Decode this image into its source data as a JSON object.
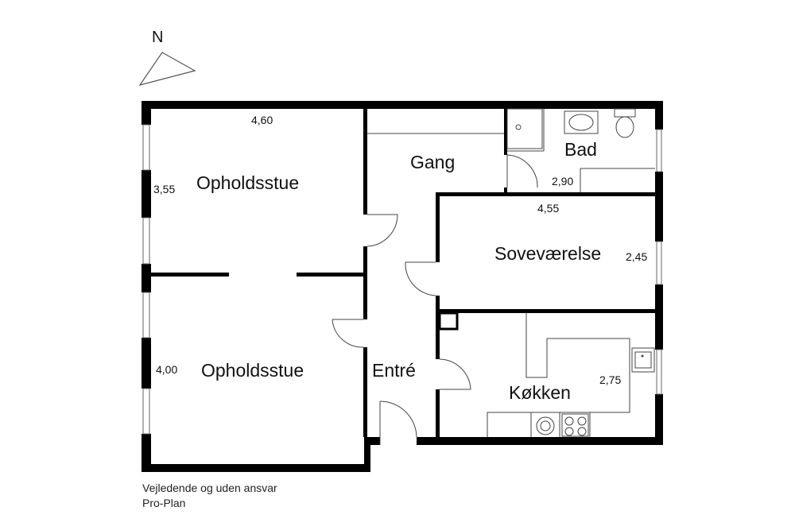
{
  "compass": {
    "label": "N"
  },
  "rooms": {
    "living_top": "Opholdsstue",
    "living_bottom": "Opholdsstue",
    "hall": "Gang",
    "bath": "Bad",
    "bedroom": "Soveværelse",
    "entry": "Entré",
    "kitchen": "Køkken"
  },
  "dimensions": {
    "living_top_width": "4,60",
    "living_top_depth": "3,55",
    "living_bottom_depth": "4,00",
    "bath_width": "2,90",
    "bedroom_width": "4,55",
    "bedroom_depth": "2,45",
    "kitchen_depth": "2,75"
  },
  "footer": {
    "line1": "Vejledende og uden ansvar",
    "line2": "Pro-Plan"
  }
}
